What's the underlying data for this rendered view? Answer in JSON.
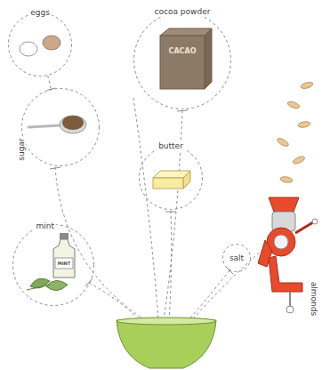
{
  "diagram": {
    "nodes": [
      {
        "text": [
          "eggs"
        ]
      },
      {
        "text": [
          "cocoa powder"
        ]
      },
      {
        "text": [
          "sugar"
        ]
      },
      {
        "text": [
          "butter"
        ]
      },
      {
        "text": [
          "mint"
        ]
      },
      {
        "text": [
          "salt"
        ]
      }
    ],
    "edges": [
      {
        "from": 0,
        "to": 2,
        "arrow": "none"
      }
    ],
    "labels": [
      "CACAO",
      "MINT",
      "almonds"
    ]
  }
}
